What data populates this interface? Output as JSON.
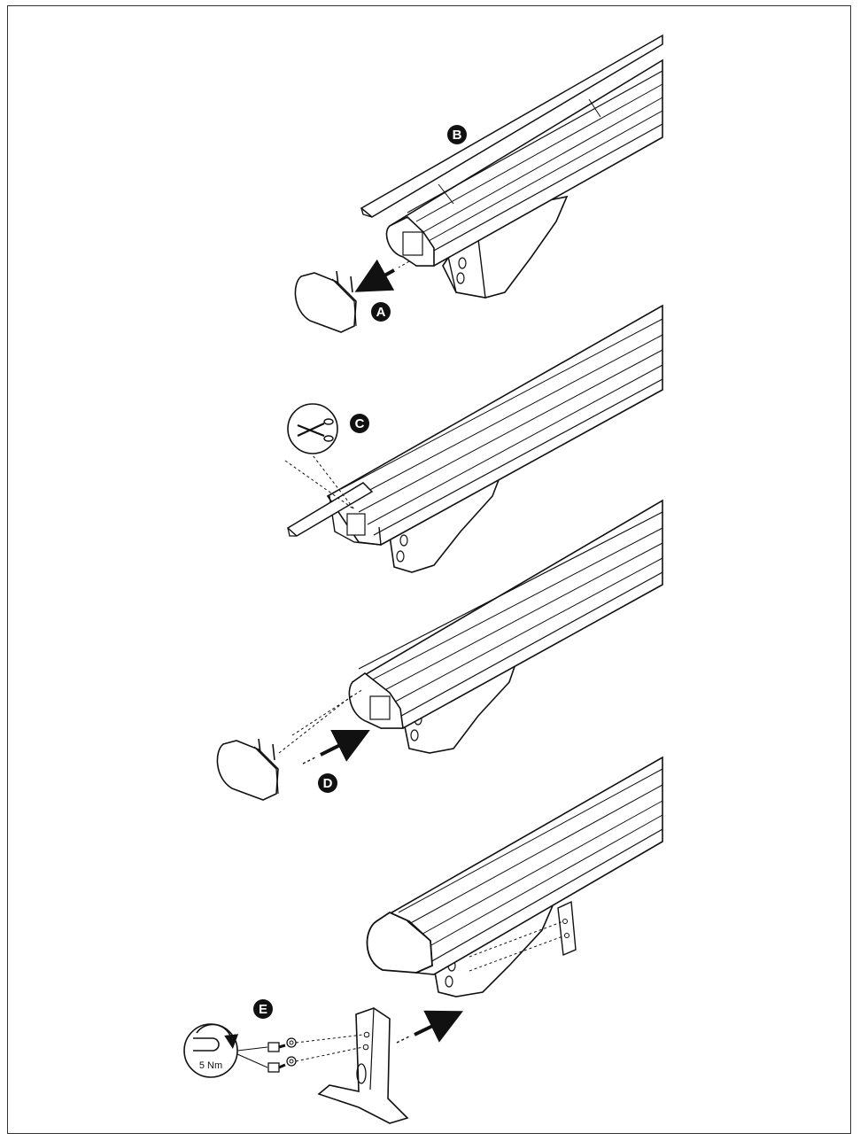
{
  "steps": {
    "a": "A",
    "b": "B",
    "c": "C",
    "d": "D",
    "e": "E"
  },
  "torque": {
    "value": "5 Nm"
  },
  "colors": {
    "ink": "#111111",
    "paper": "#ffffff",
    "shade": "#d9d9d9"
  },
  "icons": [
    "scissors-icon",
    "wrench-torque-icon"
  ]
}
